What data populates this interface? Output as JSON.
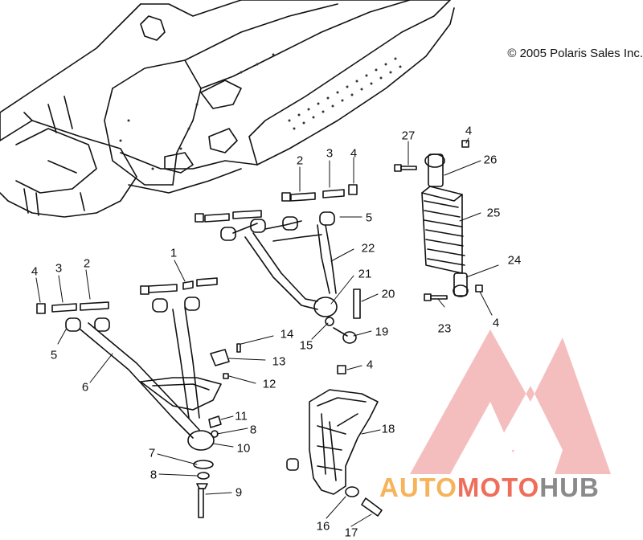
{
  "copyright": "© 2005 Polaris Sales Inc.",
  "watermark": {
    "part1": "AUTO",
    "part2": "MOTO",
    "part3": "HUB"
  },
  "callouts": [
    {
      "id": "c27",
      "label": "27"
    },
    {
      "id": "c4a",
      "label": "4"
    },
    {
      "id": "c26",
      "label": "26"
    },
    {
      "id": "c2a",
      "label": "2"
    },
    {
      "id": "c3a",
      "label": "3"
    },
    {
      "id": "c4b",
      "label": "4"
    },
    {
      "id": "c25",
      "label": "25"
    },
    {
      "id": "c5a",
      "label": "5"
    },
    {
      "id": "c22",
      "label": "22"
    },
    {
      "id": "c24",
      "label": "24"
    },
    {
      "id": "c21",
      "label": "21"
    },
    {
      "id": "c20",
      "label": "20"
    },
    {
      "id": "c23",
      "label": "23"
    },
    {
      "id": "c4c",
      "label": "4"
    },
    {
      "id": "c19",
      "label": "19"
    },
    {
      "id": "c15",
      "label": "15"
    },
    {
      "id": "c14",
      "label": "14"
    },
    {
      "id": "c13",
      "label": "13"
    },
    {
      "id": "c4d",
      "label": "4"
    },
    {
      "id": "c12",
      "label": "12"
    },
    {
      "id": "c1",
      "label": "1"
    },
    {
      "id": "c4e",
      "label": "4"
    },
    {
      "id": "c3b",
      "label": "3"
    },
    {
      "id": "c2b",
      "label": "2"
    },
    {
      "id": "c5b",
      "label": "5"
    },
    {
      "id": "c6",
      "label": "6"
    },
    {
      "id": "c11",
      "label": "11"
    },
    {
      "id": "c8a",
      "label": "8"
    },
    {
      "id": "c10",
      "label": "10"
    },
    {
      "id": "c18",
      "label": "18"
    },
    {
      "id": "c7",
      "label": "7"
    },
    {
      "id": "c8b",
      "label": "8"
    },
    {
      "id": "c9",
      "label": "9"
    },
    {
      "id": "c16",
      "label": "16"
    },
    {
      "id": "c17",
      "label": "17"
    }
  ]
}
